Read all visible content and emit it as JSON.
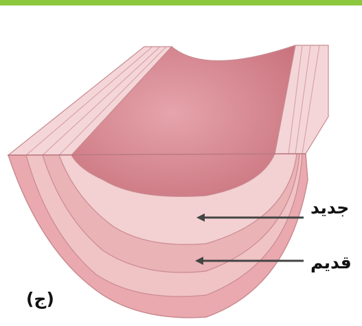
{
  "labels": {
    "new_layer": "جديد",
    "old_layer": "قديم",
    "figure_marker": "(ج)"
  },
  "colors": {
    "top_border": "#8dc63f",
    "layer_outer": "#e8a8ad",
    "layer_mid": "#efc0c3",
    "layer_inner": "#f4d3d5",
    "trough_surface": "#d98f97",
    "arrow": "#444444"
  }
}
